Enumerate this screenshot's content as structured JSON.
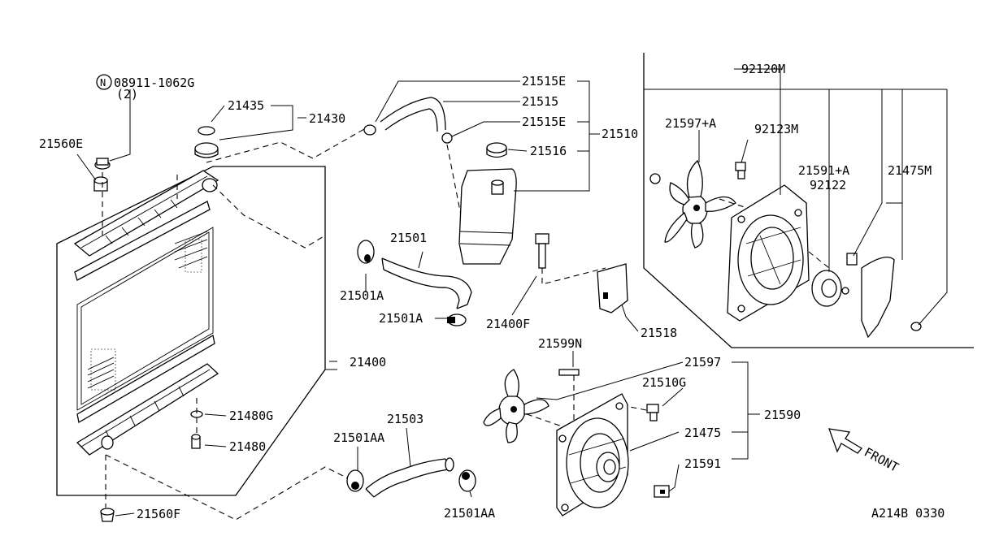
{
  "diagram": {
    "labels": {
      "bolt_n": "N",
      "bolt_no": "08911-1062G",
      "bolt_qty": "(2)",
      "c21435": "21435",
      "c21430": "21430",
      "c21560E": "21560E",
      "c21515E_top": "21515E",
      "c21515": "21515",
      "c21515E_mid": "21515E",
      "c21510": "21510",
      "c21516": "21516",
      "c92120M": "92120M",
      "c21597A": "21597+A",
      "c92123M": "92123M",
      "c21591A": "21591+A",
      "c92122": "92122",
      "c21475M": "21475M",
      "c21501": "21501",
      "c21501A_a": "21501A",
      "c21501A_b": "21501A",
      "c21400F": "21400F",
      "c21518": "21518",
      "c21599N": "21599N",
      "c21597": "21597",
      "c21510G": "21510G",
      "c21400": "21400",
      "c21480G": "21480G",
      "c21480": "21480",
      "c21503": "21503",
      "c21501AA_a": "21501AA",
      "c21501AA_b": "21501AA",
      "c21475": "21475",
      "c21590": "21590",
      "c21591": "21591",
      "c21560F": "21560F",
      "front": "FRONT",
      "ref_code": "A214B 0330"
    }
  }
}
